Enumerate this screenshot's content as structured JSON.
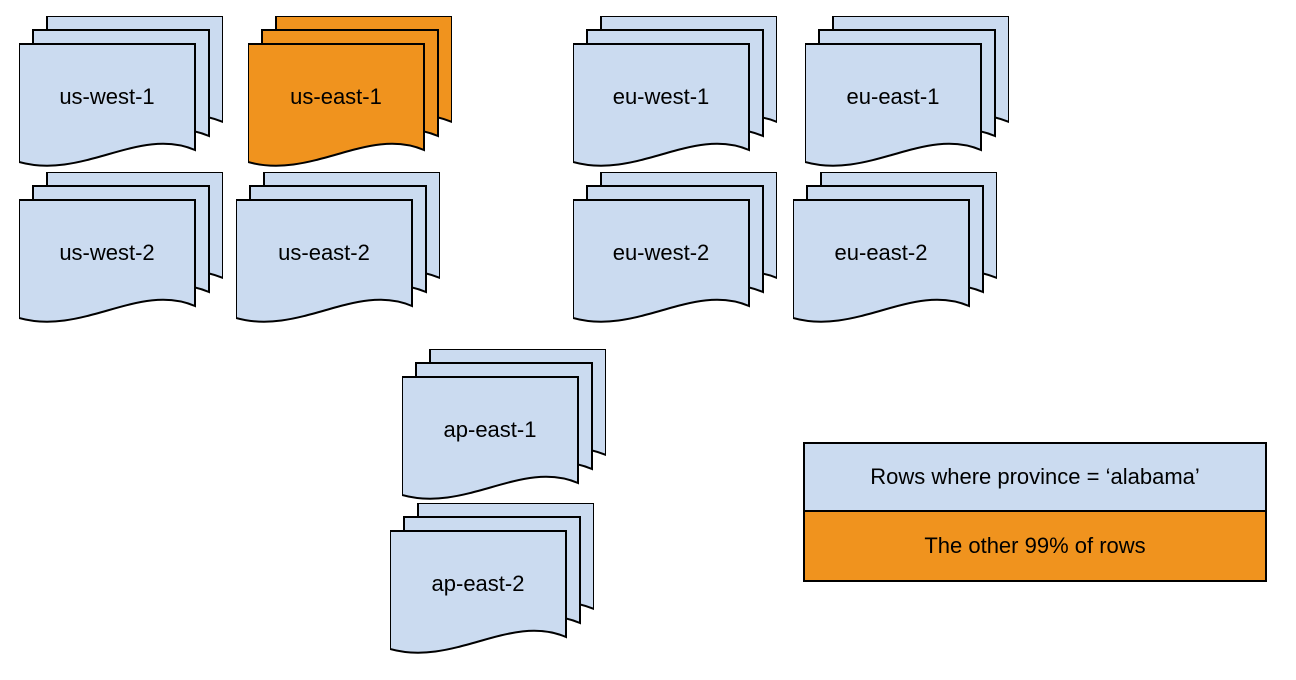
{
  "colors": {
    "partition_blue": "#cbdbf0",
    "partition_orange": "#f0931e",
    "outline": "#000000",
    "text": "#000000"
  },
  "stacks": [
    {
      "label": "us-west-1",
      "color": "blue"
    },
    {
      "label": "us-east-1",
      "color": "orange"
    },
    {
      "label": "eu-west-1",
      "color": "blue"
    },
    {
      "label": "eu-east-1",
      "color": "blue"
    },
    {
      "label": "us-west-2",
      "color": "blue"
    },
    {
      "label": "us-east-2",
      "color": "blue"
    },
    {
      "label": "eu-west-2",
      "color": "blue"
    },
    {
      "label": "eu-east-2",
      "color": "blue"
    },
    {
      "label": "ap-east-1",
      "color": "blue"
    },
    {
      "label": "ap-east-2",
      "color": "blue"
    }
  ],
  "legend": {
    "items": [
      {
        "label": "Rows where province = ‘alabama’",
        "color": "blue"
      },
      {
        "label": "The other 99% of rows",
        "color": "orange"
      }
    ]
  }
}
